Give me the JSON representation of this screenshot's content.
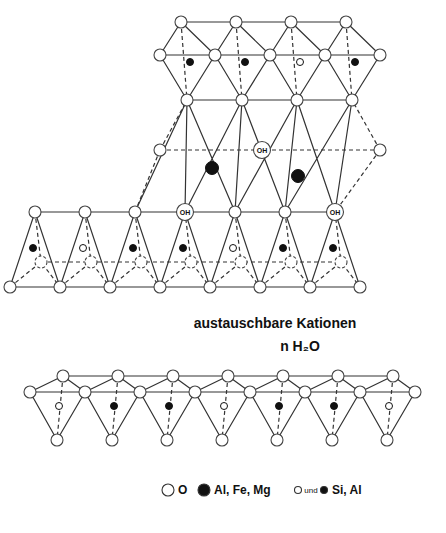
{
  "diagram": {
    "labels": [
      "OH",
      "OH",
      "OH",
      "austauschbare Kationen",
      "n H₂O",
      "und"
    ],
    "legend": [
      {
        "text": "O"
      },
      {
        "text": "Al, Fe, Mg"
      },
      {
        "text": "Si, Al"
      }
    ]
  }
}
